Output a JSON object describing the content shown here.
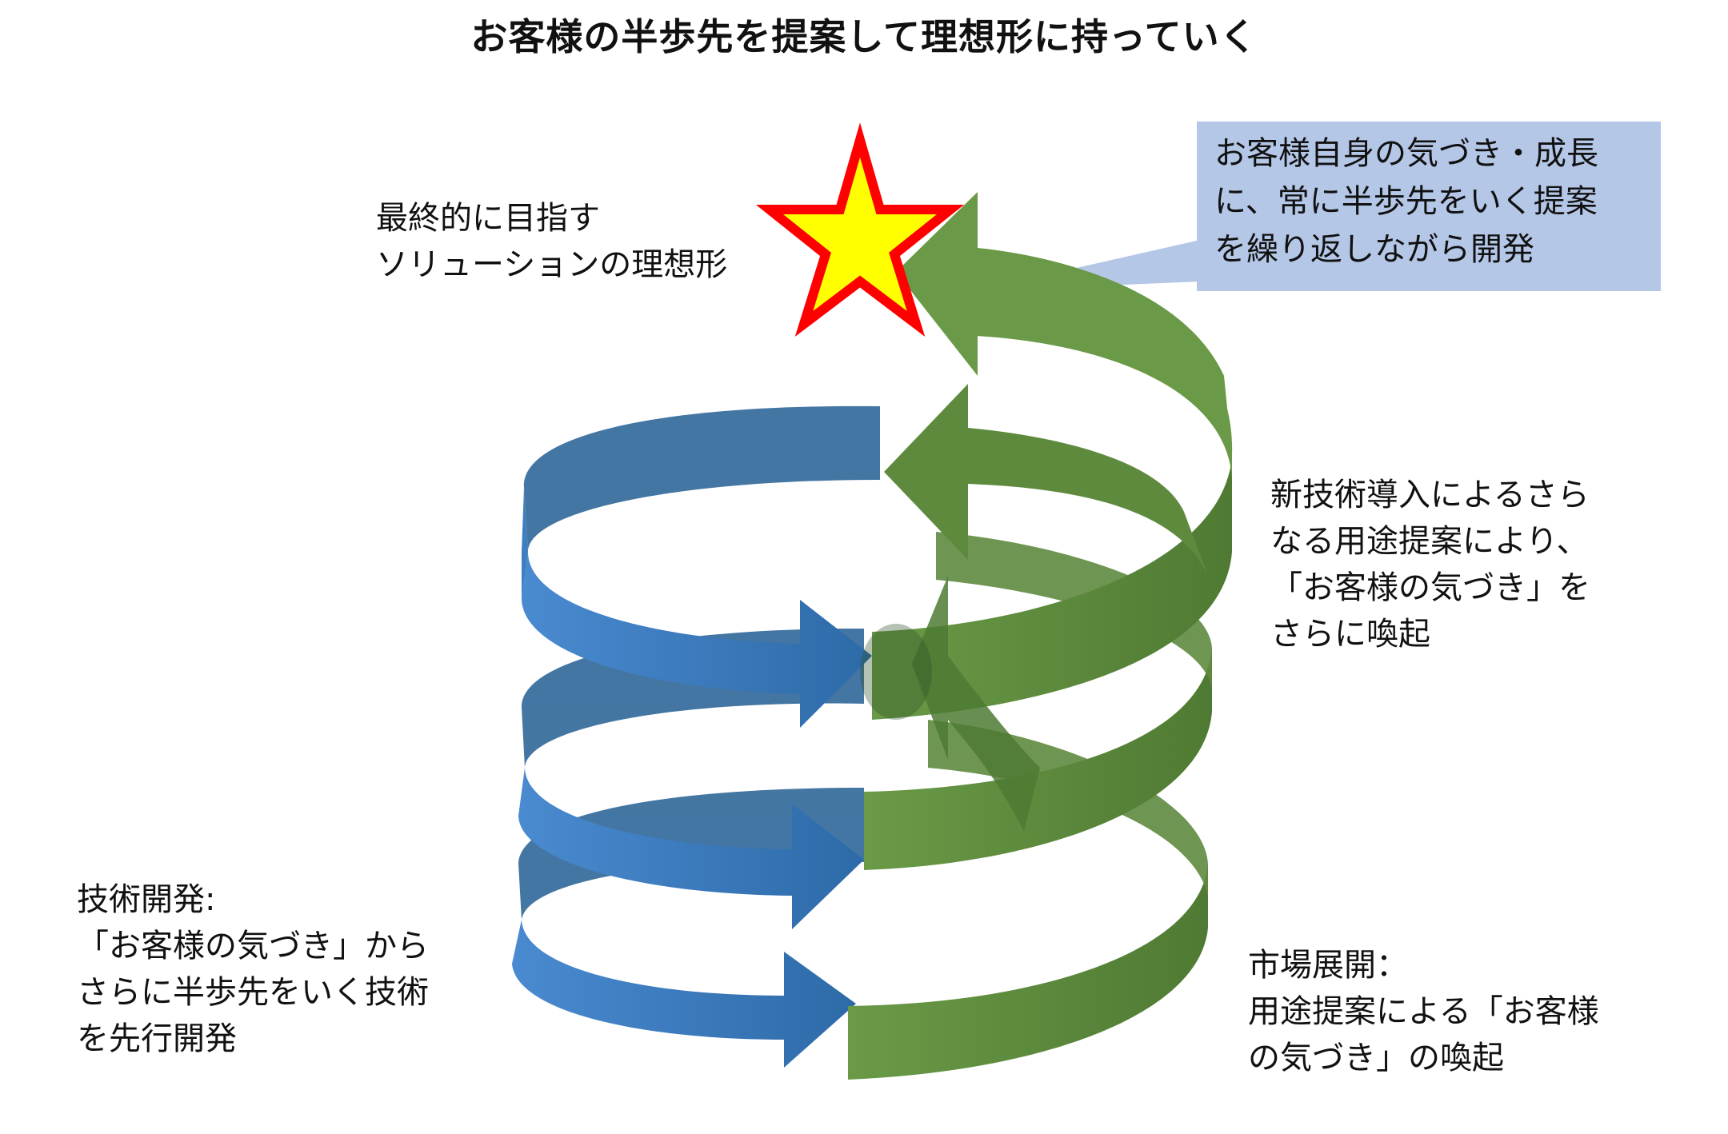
{
  "title": "お客様の半歩先を提案して理想形に持っていく",
  "goal_label": "最終的に目指す\nソリューションの理想形",
  "callout": "お客様自身の気づき・成長\nに、常に半歩先をいく提案\nを繰り返しながら開発",
  "new_tech_label": "新技術導入によるさら\nなる用途提案により、\n「お客様の気づき」を\nさらに喚起",
  "tech_dev_label": "技術開発:\n「お客様の気づき」から\nさらに半歩先をいく技術\nを先行開発",
  "market_label": "市場展開：\n用途提案による「お客様\nの気づき」の喚起",
  "colors": {
    "blue": "#3f7fc0",
    "blue_dark": "#2f6aa6",
    "green": "#5e8a3e",
    "green_dark": "#43662a",
    "star_fill": "#ffff00",
    "star_outline": "#ff0000",
    "callout_bg": "#b4c7e7"
  }
}
